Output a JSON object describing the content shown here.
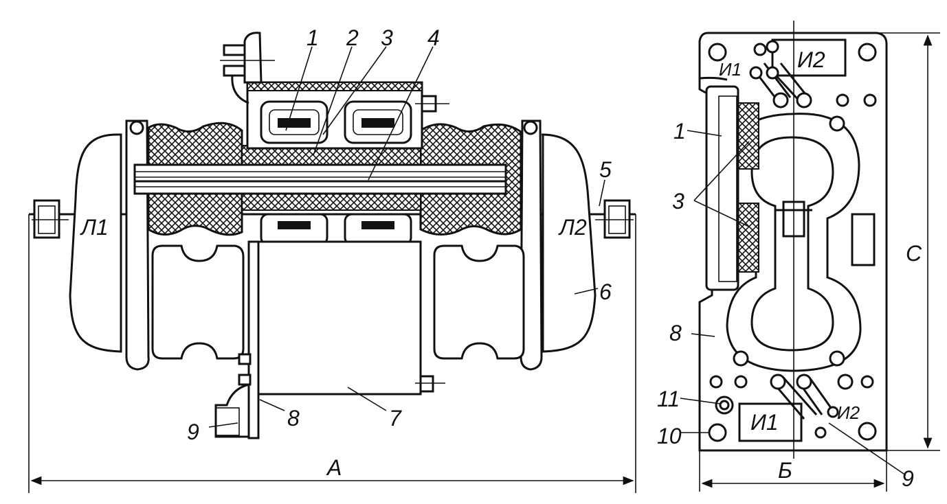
{
  "front_view": {
    "part_labels": [
      "1",
      "2",
      "3",
      "4",
      "5",
      "6",
      "7",
      "8",
      "9"
    ],
    "terminal_left": "Л1",
    "terminal_right": "Л2",
    "dimension_width": "А"
  },
  "side_view": {
    "part_labels": [
      "1",
      "3",
      "8",
      "11",
      "10",
      "9"
    ],
    "terminal_top_left": "И1",
    "terminal_top_right": "И2",
    "terminal_bottom_left": "И1",
    "terminal_bottom_right": "И2",
    "dimension_width": "Б",
    "dimension_height": "С"
  }
}
